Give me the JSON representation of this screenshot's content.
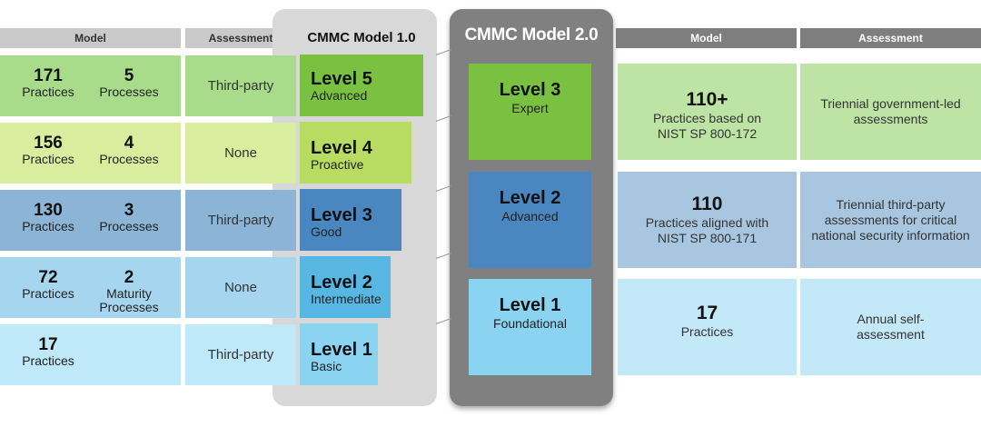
{
  "left_header": {
    "model": "Model",
    "assessment": "Assessment"
  },
  "v1": {
    "title": "CMMC Model 1.0",
    "rows": [
      {
        "practices_num": "171",
        "practices_label": "Practices",
        "processes_num": "5",
        "processes_label": "Processes",
        "assessment": "Third-party",
        "level": "Level 5",
        "level_desc": "Advanced",
        "row_color": "#a8dc8a",
        "level_color": "#7ac142"
      },
      {
        "practices_num": "156",
        "practices_label": "Practices",
        "processes_num": "4",
        "processes_label": "Processes",
        "assessment": "None",
        "level": "Level 4",
        "level_desc": "Proactive",
        "row_color": "#d8ee9e",
        "level_color": "#b8dc62"
      },
      {
        "practices_num": "130",
        "practices_label": "Practices",
        "processes_num": "3",
        "processes_label": "Processes",
        "assessment": "Third-party",
        "level": "Level 3",
        "level_desc": "Good",
        "row_color": "#8cb4d6",
        "level_color": "#4a86bf"
      },
      {
        "practices_num": "72",
        "practices_label": "Practices",
        "processes_num": "2",
        "processes_label": "Maturity Processes",
        "assessment": "None",
        "level": "Level 2",
        "level_desc": "Intermediate",
        "row_color": "#a6d6ef",
        "level_color": "#58b6e2"
      },
      {
        "practices_num": "17",
        "practices_label": "Practices",
        "processes_num": "",
        "processes_label": "",
        "assessment": "Third-party",
        "level": "Level 1",
        "level_desc": "Basic",
        "row_color": "#bfe8f8",
        "level_color": "#8ad4f2"
      }
    ]
  },
  "v2": {
    "title": "CMMC Model 2.0",
    "levels": [
      {
        "level": "Level 3",
        "desc": "Expert",
        "color": "#7ac142"
      },
      {
        "level": "Level 2",
        "desc": "Advanced",
        "color": "#4a86bf"
      },
      {
        "level": "Level 1",
        "desc": "Foundational",
        "color": "#8ad4f2"
      }
    ]
  },
  "right_header": {
    "model": "Model",
    "assessment": "Assessment"
  },
  "right_rows": [
    {
      "num": "110+",
      "desc": "Practices based on NIST SP 800-172",
      "assessment": "Triennial government-led assessments",
      "color": "#bde3a5"
    },
    {
      "num": "110",
      "desc": "Practices aligned with NIST SP 800-171",
      "assessment": "Triennial third-party assessments for critical national security information",
      "color": "#a8c6e0"
    },
    {
      "num": "17",
      "desc": "Practices",
      "assessment": "Annual self-assessment",
      "color": "#c3e8f8"
    }
  ]
}
